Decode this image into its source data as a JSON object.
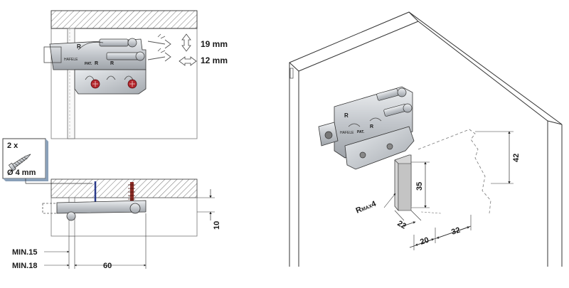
{
  "front_view": {
    "adjust_vertical": "19 mm",
    "adjust_depth": "12 mm",
    "bracket_letters": [
      "R",
      "R",
      "R"
    ],
    "brand_mark": "HAFELE",
    "pat_mark": "PAT."
  },
  "screw_callout": {
    "count": "2 x",
    "diameter": "Ø 4 mm"
  },
  "side_view": {
    "height_dim": "10",
    "min15": "MIN.15",
    "min18": "MIN.18",
    "depth_dim": "60"
  },
  "iso_view": {
    "dim_42": "42",
    "dim_35": "35",
    "dim_22": "22",
    "dim_20": "20",
    "dim_32": "32",
    "radius_prefix": "R",
    "radius_sub": "MAX",
    "radius_value": "4",
    "bracket_letters": [
      "R",
      "R"
    ],
    "brand_mark": "HAFELE",
    "pat_mark": "PAT."
  }
}
